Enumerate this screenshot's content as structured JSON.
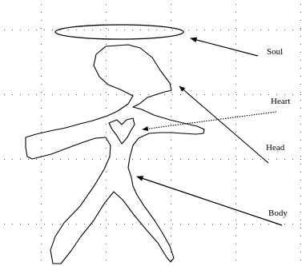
{
  "diagram": {
    "labels": {
      "soul": "Soul",
      "heart": "Heart",
      "head": "Head",
      "body": "Body"
    },
    "colors": {
      "background": "#ffffff",
      "stroke": "#000000",
      "grid_dot": "#555555"
    }
  }
}
